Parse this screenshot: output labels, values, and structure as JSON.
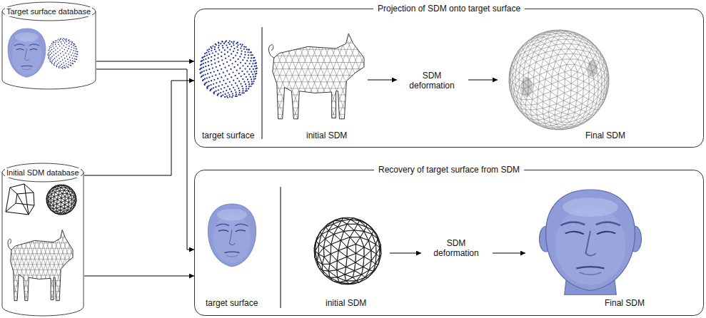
{
  "diagram": {
    "nodes": [
      {
        "text": [
          "Target surface database"
        ]
      },
      {
        "text": [
          "Initial SDM database"
        ]
      },
      {
        "text": [
          "Projection of SDM onto target surface"
        ]
      },
      {
        "text": [
          "Recovery of target surface from SDM"
        ]
      }
    ],
    "edges": [
      {
        "from": 0,
        "to": 2,
        "arrow": "to"
      },
      {
        "from": 0,
        "to": 3,
        "arrow": "to"
      },
      {
        "from": 1,
        "to": 2,
        "arrow": "to"
      },
      {
        "from": 1,
        "to": 3,
        "arrow": "to"
      }
    ],
    "labels": [
      "target surface",
      "initial SDM",
      "SDM deformation",
      "Final SDM",
      "target surface",
      "initial SDM",
      "SDM deformation",
      "Final SDM"
    ]
  }
}
